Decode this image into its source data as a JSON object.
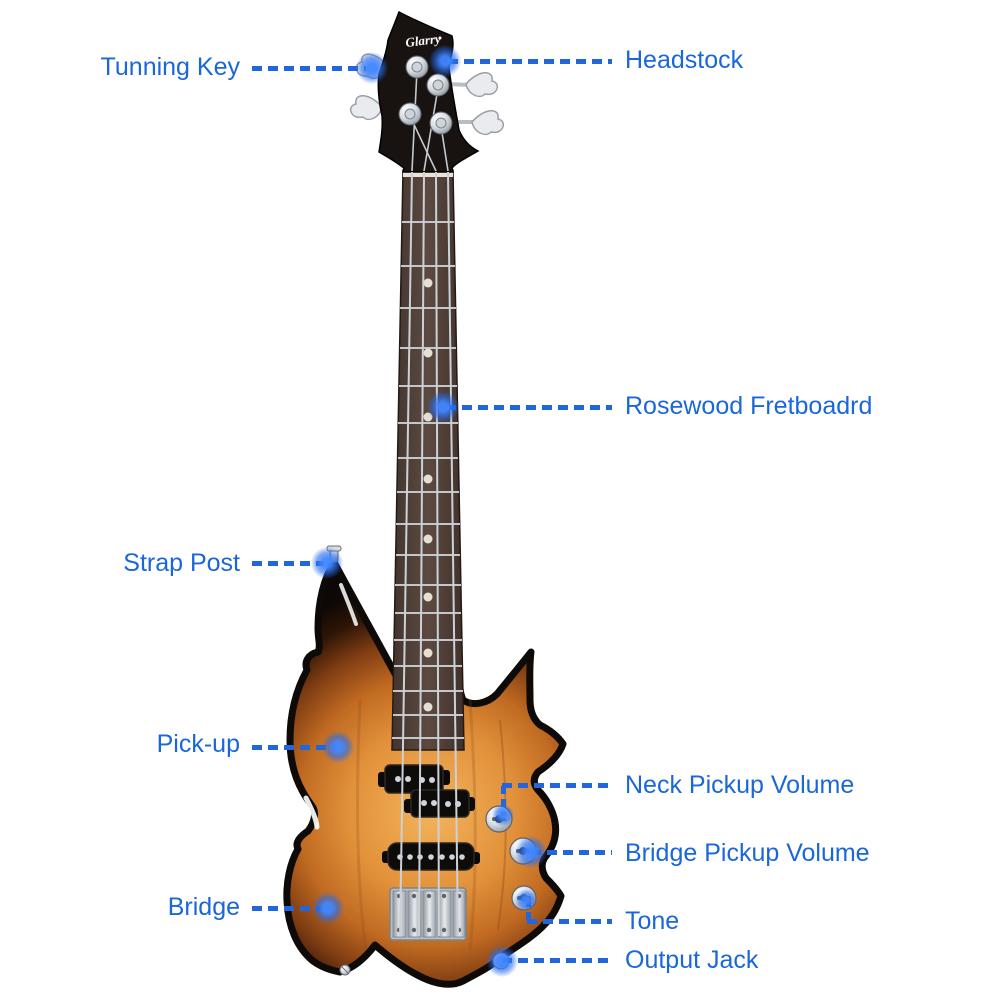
{
  "diagram": {
    "subject": "electric-bass-guitar",
    "brand": "Glarry",
    "accent_color": "#1a67d9",
    "glow_color": "#4086ff",
    "body_finish_colors": {
      "center": "#f0b057",
      "mid": "#c06a22",
      "edge": "#0d0705"
    },
    "labels": [
      {
        "id": "tunning-key",
        "text": "Tunning Key",
        "side": "left"
      },
      {
        "id": "headstock",
        "text": "Headstock",
        "side": "right"
      },
      {
        "id": "rosewood-fretboard",
        "text": "Rosewood Fretboadrd",
        "side": "right"
      },
      {
        "id": "strap-post",
        "text": "Strap Post",
        "side": "left"
      },
      {
        "id": "pick-up",
        "text": "Pick-up",
        "side": "left"
      },
      {
        "id": "neck-pickup-volume",
        "text": "Neck Pickup Volume",
        "side": "right"
      },
      {
        "id": "bridge-pickup-volume",
        "text": "Bridge Pickup Volume",
        "side": "right"
      },
      {
        "id": "bridge",
        "text": "Bridge",
        "side": "left"
      },
      {
        "id": "tone",
        "text": "Tone",
        "side": "right"
      },
      {
        "id": "output-jack",
        "text": "Output Jack",
        "side": "right"
      }
    ]
  }
}
